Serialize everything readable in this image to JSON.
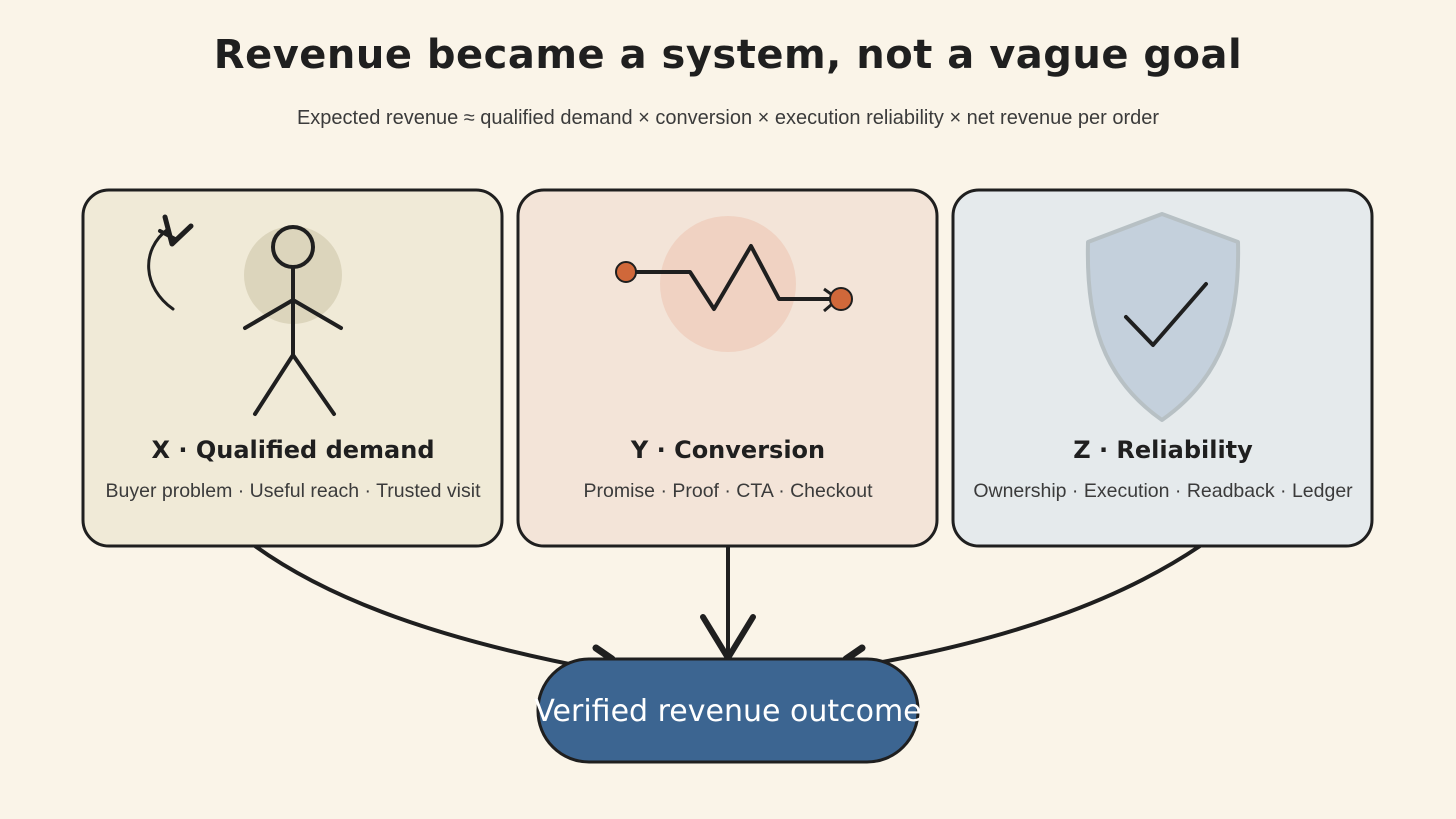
{
  "title": "Revenue became a system, not a vague goal",
  "subtitle": "Expected revenue ≈ qualified demand × conversion × execution reliability × net revenue per order",
  "cards": [
    {
      "label": "X · Qualified demand",
      "sub": "Buyer problem · Useful reach · Trusted visit",
      "fill": "#f0ead7",
      "icon": "person-icon"
    },
    {
      "label": "Y · Conversion",
      "sub": "Promise · Proof · CTA · Checkout",
      "fill": "#f3e4d8",
      "icon": "funnel-path-icon"
    },
    {
      "label": "Z · Reliability",
      "sub": "Ownership · Execution · Readback · Ledger",
      "fill": "#e5eaec",
      "icon": "shield-check-icon"
    }
  ],
  "outcome": {
    "label": "Verified revenue outcome",
    "fill": "#3c6591"
  },
  "colors": {
    "background": "#faf4e8",
    "stroke": "#1f1f1f",
    "accent": "#d0683a"
  }
}
